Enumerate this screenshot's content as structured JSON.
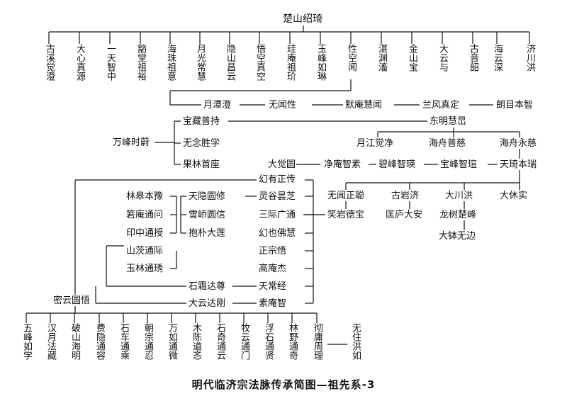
{
  "root": "楚山绍琦",
  "row1": [
    "古溪觉澄",
    "大心真源",
    "一天智中",
    "豁堂祖裕",
    "海珠祖意",
    "月光常慧",
    "隐山昌云",
    "悟空真空",
    "珪庵祖玠",
    "玉峰如琳",
    "性空闻",
    "湛渊滀",
    "金山宝",
    "大云与",
    "古音韶",
    "海云深",
    "济川洪"
  ],
  "chain": [
    "月潭澄",
    "无闻性",
    "默庵慧闻",
    "兰风真定",
    "朗目本智"
  ],
  "wanfeng": "万峰时蔚",
  "wanfeng_children": [
    "宝藏普持",
    "无念胜学",
    "果林首座"
  ],
  "dongming": "东明慧旵",
  "dongming_children": [
    "月江觉净",
    "海舟普慈",
    "海舟永慈"
  ],
  "row_dajue": [
    "大觉圆",
    "净庵智素",
    "碧峰智瑛",
    "宝峰智瑄",
    "天琦本瑞"
  ],
  "tianqi_children": [
    "无闻正聪",
    "古岩济",
    "大川洪",
    "大休实"
  ],
  "wuwen_child": "笑岩德宝",
  "guyan_child": "匡庐大安",
  "dachuan_child": "龙树楚峰",
  "longshu_child": "大钵无边",
  "huanyou": "幻有正传",
  "huanyou_children": [
    "灵谷昙芝",
    "三际广通",
    "幻也佛慧",
    "正宗悟",
    "高庵杰",
    "天常经",
    "素庵智"
  ],
  "lingu_children": [
    "天隐圆修",
    "雪峤圆信",
    "抱朴大莲"
  ],
  "tianyin_children": [
    "林皋本豫",
    "箬庵通问",
    "印中通授"
  ],
  "shanci_group": [
    "山茨通际",
    "玉林通琇"
  ],
  "lower_children": [
    "石霜达尊",
    "大云达刚"
  ],
  "miyun": "密云圆悟",
  "bottom": [
    "五峰如学",
    "汉月法藏",
    "破山海明",
    "费隐通容",
    "石车通乘",
    "朝宗通忍",
    "万如通微",
    "木陈道忞",
    "石奇通云",
    "牧云通门",
    "浮石通贤",
    "林野通奇",
    "彻庸周理"
  ],
  "wuzhu": "无住洪如",
  "caption": "明代临济宗法脉传承简图—祖先系-3"
}
